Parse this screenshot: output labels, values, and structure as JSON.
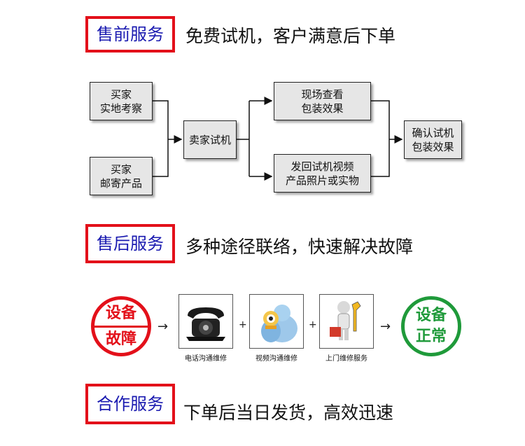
{
  "presale": {
    "label": "售前服务",
    "text": "免费试机，客户满意后下单"
  },
  "flow": {
    "buyer_visit": [
      "买家",
      "实地考察"
    ],
    "buyer_mail": [
      "买家",
      "邮寄产品"
    ],
    "seller_test": "卖家试机",
    "onsite_check": [
      "现场查看",
      "包装效果"
    ],
    "send_back": [
      "发回试机视频",
      "产品照片或实物"
    ],
    "confirm": [
      "确认试机",
      "包装效果"
    ]
  },
  "aftersale": {
    "label": "售后服务",
    "text": "多种途径联络，快速解决故障"
  },
  "repair": {
    "stamp_fault": [
      "设备",
      "故障"
    ],
    "steps": [
      {
        "caption": "电话沟通维修",
        "icon": "telephone-icon"
      },
      {
        "caption": "视频沟通维修",
        "icon": "webcam-icon"
      },
      {
        "caption": "上门维修服务",
        "icon": "repairman-icon"
      }
    ],
    "plus": "+",
    "arrow": "→",
    "stamp_normal": [
      "设备",
      "正常"
    ]
  },
  "cooperation": {
    "label": "合作服务",
    "text": "下单后当日发货，高效迅速"
  },
  "colors": {
    "frame_red": "#e3101a",
    "label_blue": "#1a1ab0",
    "stamp_green": "#1f9a3a",
    "box_gray": "#e6e6e6"
  }
}
